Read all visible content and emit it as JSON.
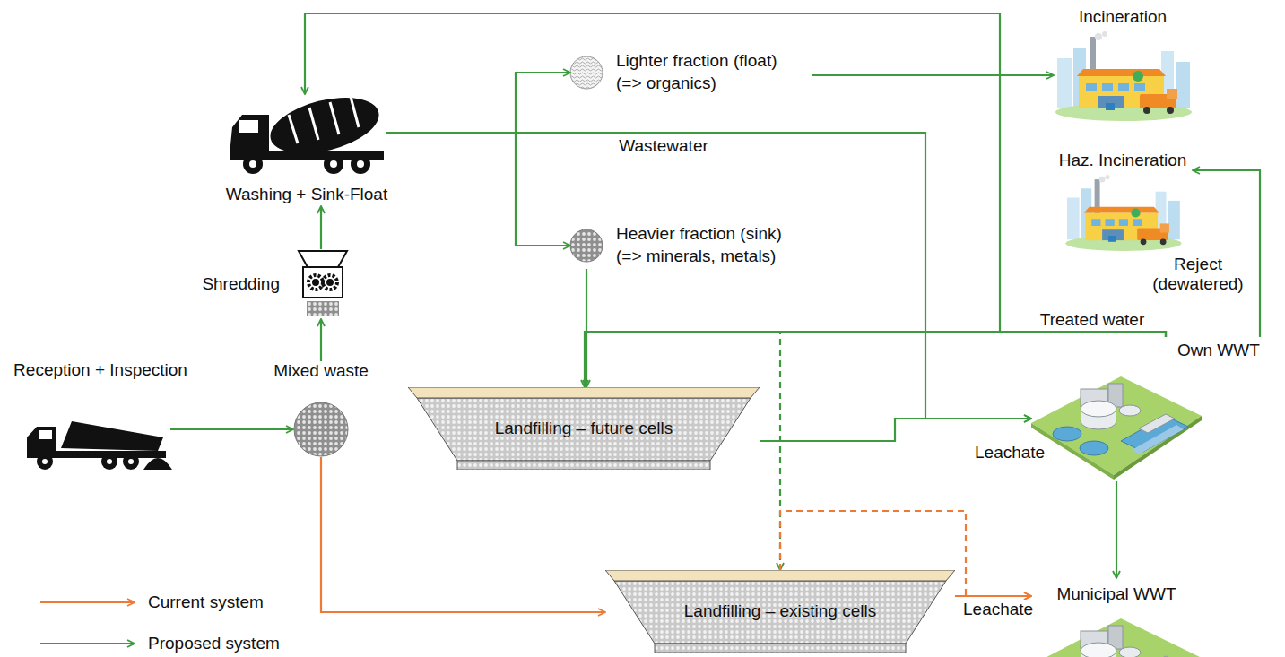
{
  "diagram": {
    "nodes": [
      {
        "text": [
          "Reception + Inspection"
        ]
      },
      {
        "text": [
          "Mixed waste"
        ]
      },
      {
        "text": [
          "Shredding"
        ]
      },
      {
        "text": [
          "Washing + Sink-Float"
        ]
      },
      {
        "text": [
          "Lighter fraction (float)",
          "(=> organics)"
        ]
      },
      {
        "text": [
          "Heavier fraction (sink)",
          "(=> minerals, metals)"
        ]
      },
      {
        "text": [
          "Incineration"
        ]
      },
      {
        "text": [
          "Haz. Incineration"
        ]
      },
      {
        "text": [
          "Own WWT"
        ]
      },
      {
        "text": [
          "Landfilling – future cells"
        ]
      },
      {
        "text": [
          "Landfilling – existing cells"
        ]
      },
      {
        "text": [
          "Municipal WWT"
        ]
      }
    ],
    "edges": [
      {
        "from": 0,
        "to": 1,
        "arrow": "to"
      },
      {
        "from": 1,
        "to": 2,
        "arrow": "to"
      },
      {
        "from": 2,
        "to": 3,
        "arrow": "to"
      },
      {
        "from": 3,
        "to": 4,
        "arrow": "to"
      },
      {
        "from": 3,
        "to": 5,
        "arrow": "to"
      },
      {
        "from": 4,
        "to": 6,
        "arrow": "to"
      },
      {
        "from": 3,
        "to": 8,
        "label": "Wastewater",
        "arrow": "to"
      },
      {
        "from": 5,
        "to": 9,
        "arrow": "to"
      },
      {
        "from": 8,
        "to": 3,
        "label": "Treated water",
        "arrow": "to"
      },
      {
        "from": 8,
        "to": 9,
        "arrow": "to"
      },
      {
        "from": 8,
        "to": 10,
        "arrow": "to"
      },
      {
        "from": 8,
        "to": 7,
        "label": "Reject (dewatered)",
        "arrow": "to"
      },
      {
        "from": 9,
        "to": 8,
        "label": "Leachate",
        "arrow": "to"
      },
      {
        "from": 8,
        "to": 11,
        "arrow": "to"
      },
      {
        "from": 1,
        "to": 10,
        "arrow": "to"
      },
      {
        "from": 10,
        "to": 11,
        "label": "Leachate",
        "arrow": "to"
      },
      {
        "from": 10,
        "to": 11,
        "arrow": "to"
      }
    ],
    "legend": [
      {
        "text": "Current system"
      },
      {
        "text": "Proposed system"
      }
    ]
  }
}
